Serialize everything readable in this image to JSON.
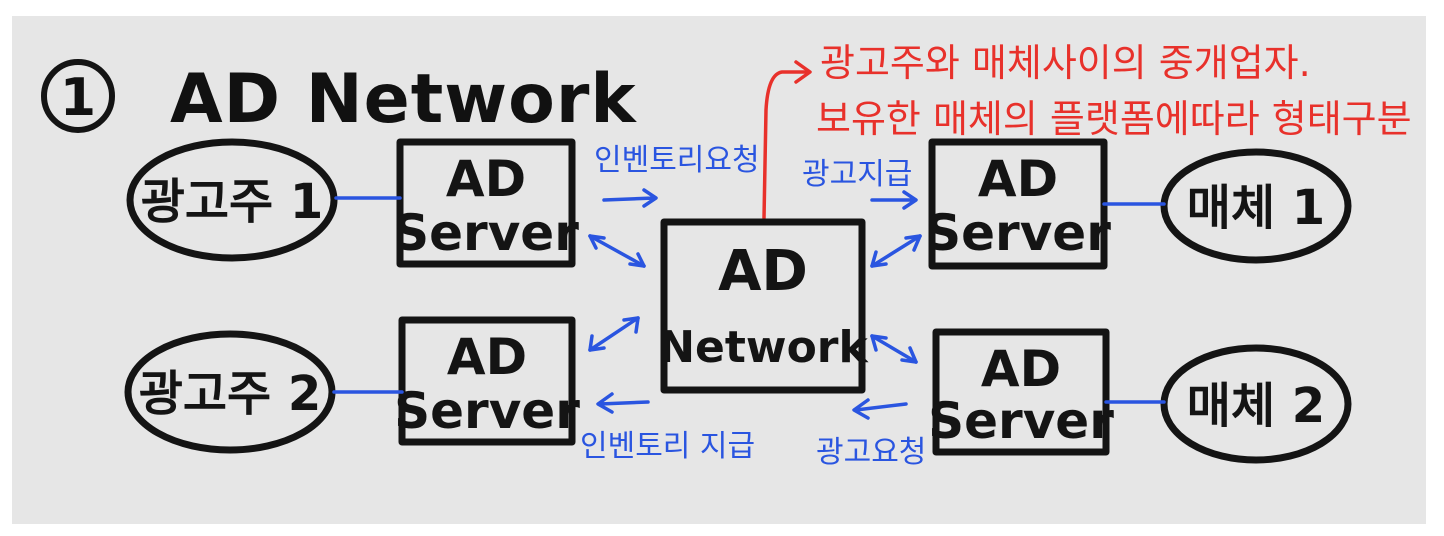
{
  "title": {
    "number": "1",
    "text": "AD Network"
  },
  "nodes": {
    "advertiser1": "광고주 1",
    "advertiser2": "광고주 2",
    "media1": "매체 1",
    "media2": "매체 2"
  },
  "servers": {
    "line1": "AD",
    "line2": "Server"
  },
  "network": {
    "line1": "AD",
    "line2": "Network"
  },
  "labels": {
    "inventory_request": "인벤토리요청",
    "inventory_supply": "인벤토리 지급",
    "ad_supply": "광고지급",
    "ad_request": "광고요청"
  },
  "note": {
    "line1": "광고주와 매체사이의 중개업자.",
    "line2": "보유한 매체의 플랫폼에따라 형태구분"
  },
  "colors": {
    "ink": "#141414",
    "blue": "#2a55e0",
    "red": "#e8312b",
    "background": "#e6e6e6"
  }
}
